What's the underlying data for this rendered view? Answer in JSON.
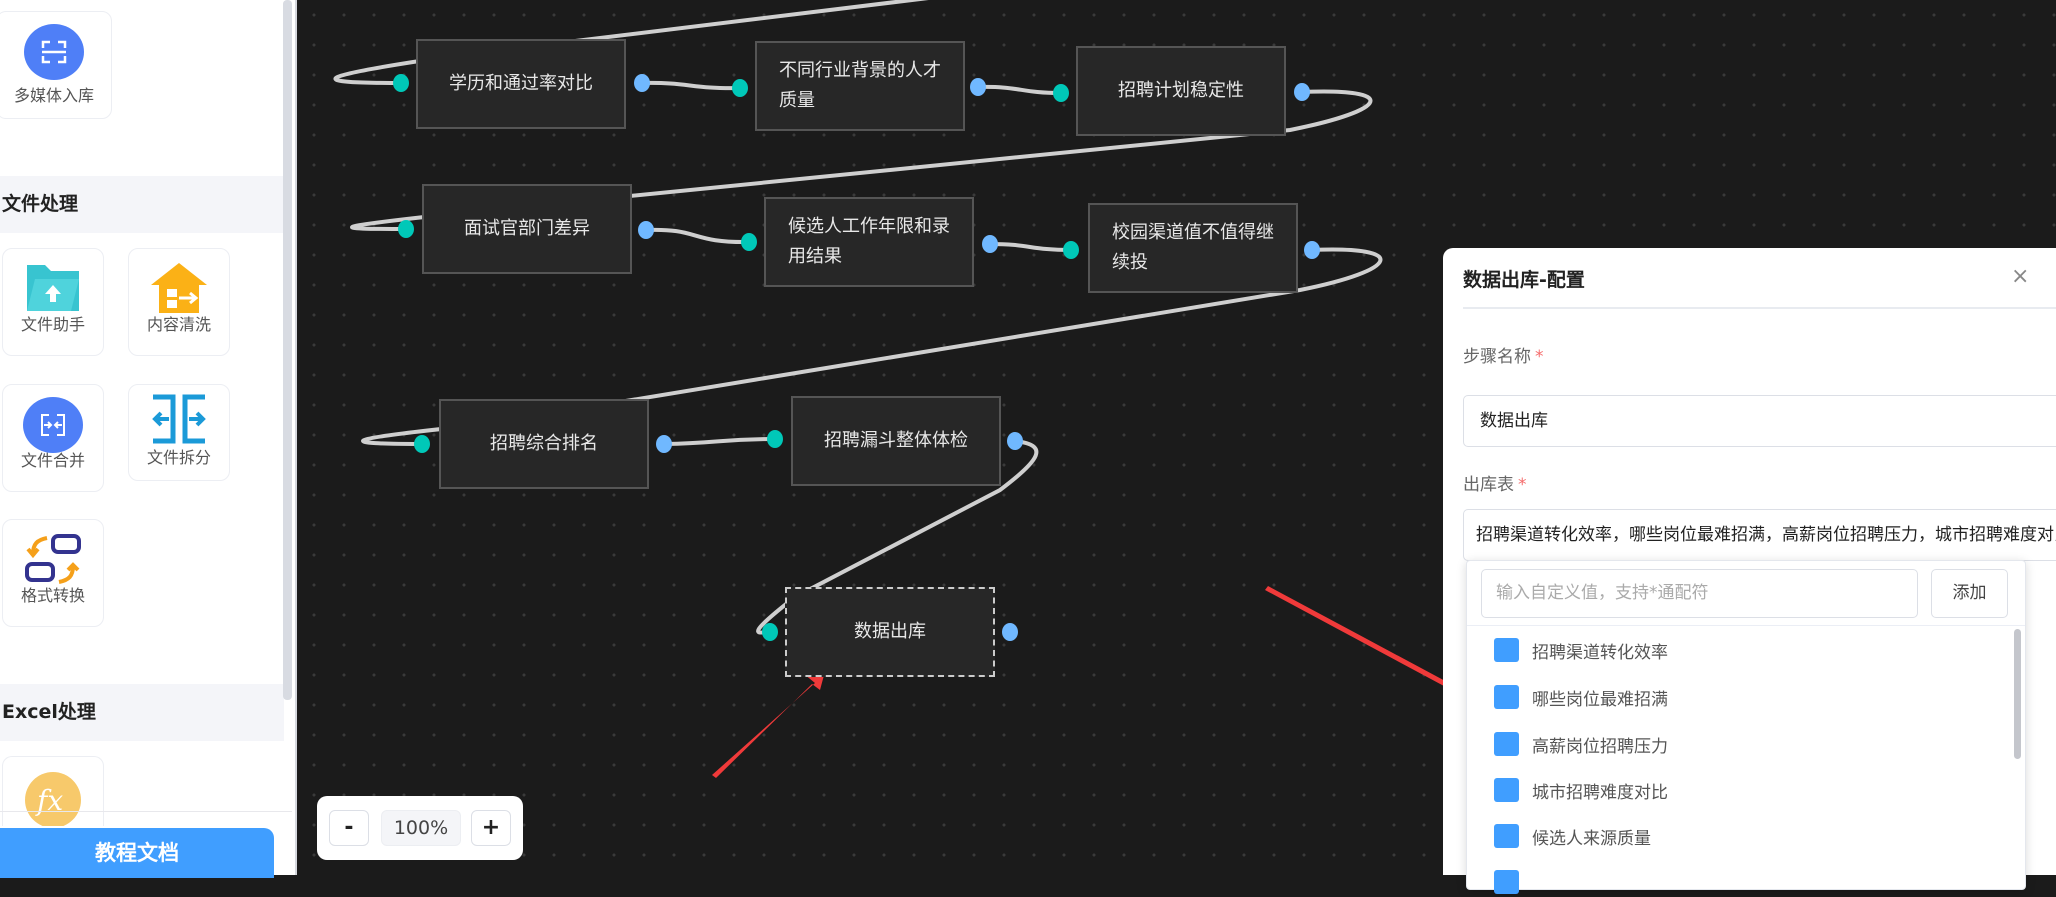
{
  "sidebar": {
    "top_card": {
      "label": "多媒体入库",
      "icon": "scan-icon"
    },
    "sections": [
      {
        "title": "文件处理",
        "items": [
          {
            "label": "文件助手",
            "icon": "folder-upload-icon"
          },
          {
            "label": "内容清洗",
            "icon": "house-arrow-icon"
          },
          {
            "label": "文件合并",
            "icon": "merge-icon"
          },
          {
            "label": "文件拆分",
            "icon": "split-icon"
          },
          {
            "label": "格式转换",
            "icon": "convert-icon"
          }
        ]
      },
      {
        "title": "Excel处理",
        "items": [
          {
            "label": "",
            "icon": "fx-icon"
          }
        ]
      }
    ],
    "doc_button": "教程文档"
  },
  "canvas": {
    "nodes": [
      {
        "label": "学历和通过率对比"
      },
      {
        "label": "不同行业背景的人才质量"
      },
      {
        "label": "招聘计划稳定性"
      },
      {
        "label": "面试官部门差异"
      },
      {
        "label": "候选人工作年限和录用结果"
      },
      {
        "label": "校园渠道值不值得继续投"
      },
      {
        "label": "招聘综合排名"
      },
      {
        "label": "招聘漏斗整体体检"
      },
      {
        "label": "数据出库"
      }
    ],
    "zoom": {
      "minus": "-",
      "level": "100%",
      "plus": "+"
    },
    "colors": {
      "input_port": "#00c8b8",
      "output_port": "#70b8ff",
      "annotation_arrow": "#f03a3a"
    }
  },
  "panel": {
    "title": "数据出库-配置",
    "close": "×",
    "step_name_label": "步骤名称",
    "required_mark": "*",
    "step_name_value": "数据出库",
    "table_label": "出库表",
    "table_value": "招聘渠道转化效率，哪些岗位最难招满，高薪岗位招聘压力，城市招聘难度对比，候选人来源质量",
    "dropdown": {
      "placeholder": "输入自定义值，支持*通配符",
      "add_button": "添加",
      "options": [
        "招聘渠道转化效率",
        "哪些岗位最难招满",
        "高薪岗位招聘压力",
        "城市招聘难度对比",
        "候选人来源质量"
      ]
    }
  }
}
